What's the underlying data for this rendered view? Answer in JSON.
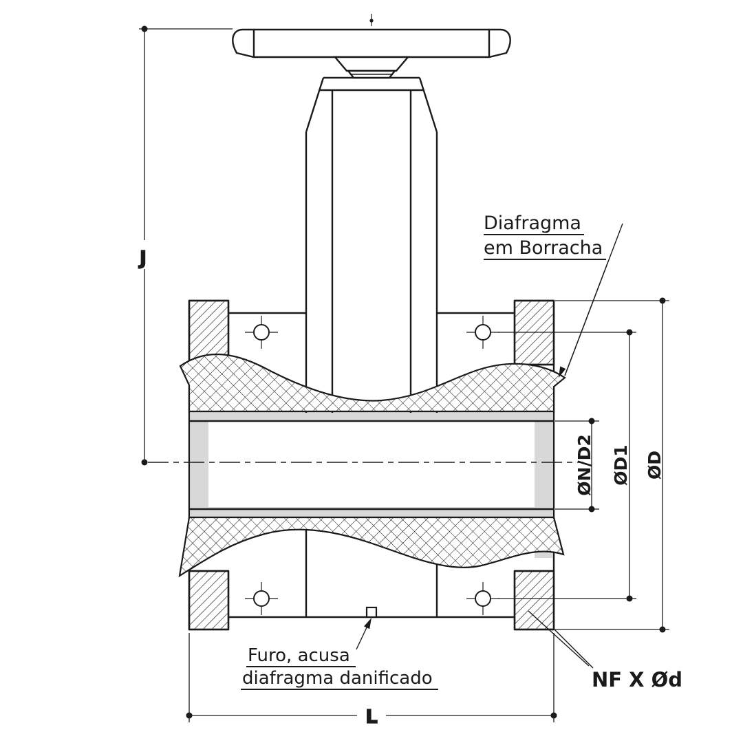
{
  "drawing": {
    "type": "diaphragm-valve-section-technical-drawing",
    "dimensions": {
      "height_label": "J",
      "length_label": "L",
      "bore_label": "ØN/D2",
      "bolt_circle_label": "ØD1",
      "flange_od_label": "ØD",
      "bolt_spec_label": "NF X Ød"
    },
    "annotations": {
      "diaphragm_line1": "Diafragma",
      "diaphragm_line2": "em Borracha",
      "hole_note_line1": "Furo, acusa",
      "hole_note_line2": "diafragma danificado"
    },
    "colors": {
      "line": "#1a1a1a",
      "body_gray": "#d8d8d8",
      "background": "#ffffff"
    }
  }
}
